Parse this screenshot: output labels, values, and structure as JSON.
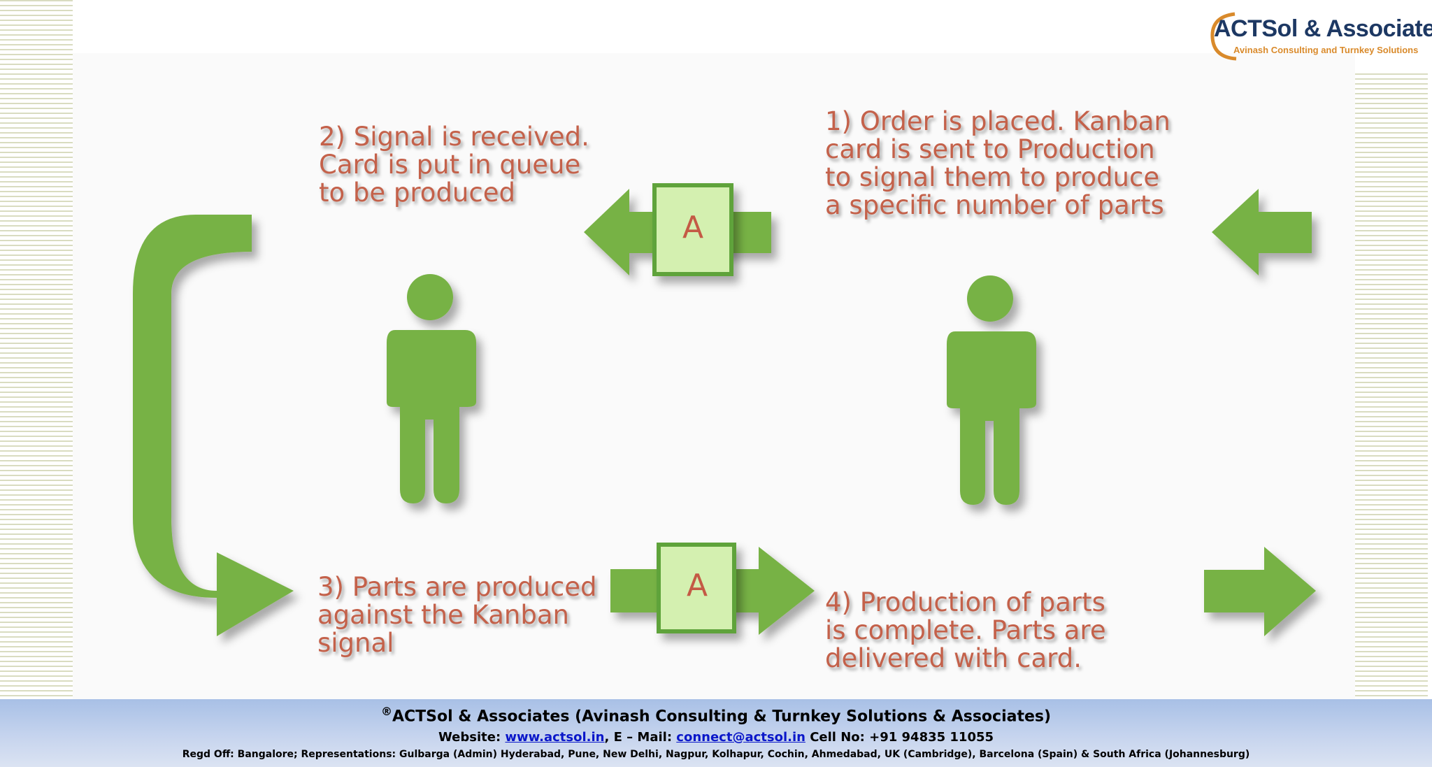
{
  "logo": {
    "title": "ACTSol & Associates",
    "subtitle": "Avinash Consulting and Turnkey Solutions",
    "title_color": "#1d3863",
    "accent_color": "#d98a2b"
  },
  "diagram": {
    "steps": [
      {
        "id": "step-1",
        "lines": [
          "1) Order is placed. Kanban",
          "card is sent to Production",
          "to signal them to produce",
          "a specific number of parts"
        ]
      },
      {
        "id": "step-2",
        "lines": [
          "2) Signal is received.",
          "Card is put in queue",
          "to be produced"
        ]
      },
      {
        "id": "step-3",
        "lines": [
          "3) Parts are produced",
          "against the Kanban",
          "signal"
        ]
      },
      {
        "id": "step-4",
        "lines": [
          "4) Production of parts",
          "is complete. Parts are",
          "delivered with card."
        ]
      }
    ],
    "card_label": "A",
    "colors": {
      "arrow": "#77b244",
      "card_fill": "#d4f0b0",
      "card_border": "#5fa33a",
      "text": "#c4614a",
      "background": "#fafafa"
    }
  },
  "footer": {
    "registered_mark": "®",
    "line1": "ACTSol & Associates (Avinash Consulting & Turnkey Solutions & Associates)",
    "website_label": "Website: ",
    "website": "www.actsol.in",
    "email_label": ",  E – Mail: ",
    "email": "connect@actsol.in",
    "cell": " Cell No: +91 94835 11055",
    "line3": "Regd Off: Bangalore; Representations: Gulbarga (Admin) Hyderabad, Pune, New Delhi, Nagpur, Kolhapur, Cochin, Ahmedabad, UK (Cambridge), Barcelona (Spain) & South Africa (Johannesburg)"
  }
}
